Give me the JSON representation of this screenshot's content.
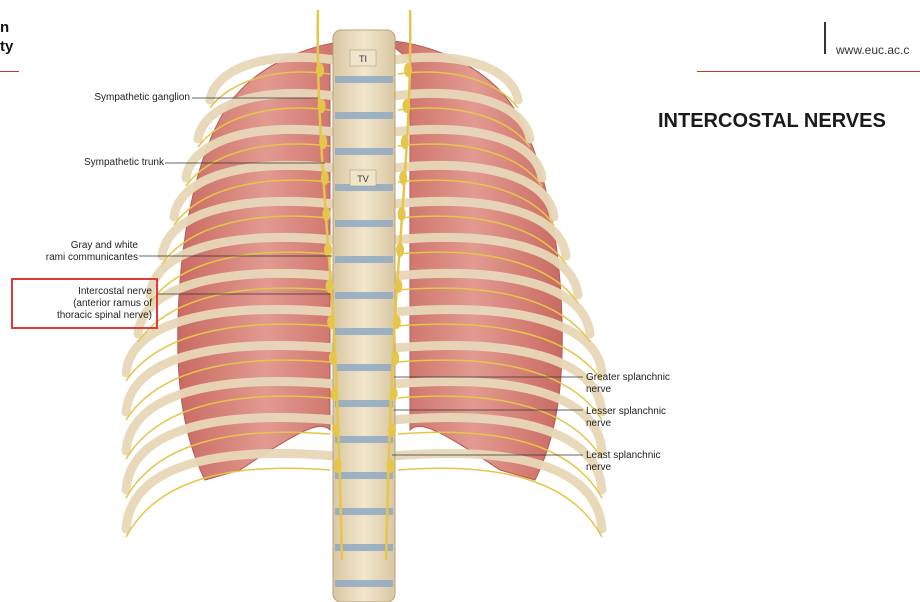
{
  "header": {
    "logo_fragment_line1": "n",
    "logo_fragment_line2": "ty",
    "url": "www.euc.ac.c"
  },
  "slide": {
    "title": "INTERCOSTAL NERVES"
  },
  "figure": {
    "vertebra_labels": [
      "TI",
      "TV"
    ],
    "left_labels": [
      {
        "lines": [
          "Sympathetic ganglion"
        ]
      },
      {
        "lines": [
          "Sympathetic trunk"
        ]
      },
      {
        "lines": [
          "Gray and white",
          "rami communicantes"
        ]
      },
      {
        "lines": [
          "Intercostal nerve",
          "(anterior ramus of",
          "thoracic spinal nerve)"
        ],
        "highlighted": true
      }
    ],
    "right_labels": [
      {
        "lines": [
          "Greater splanchnic",
          "nerve"
        ]
      },
      {
        "lines": [
          "Lesser splanchnic",
          "nerve"
        ]
      },
      {
        "lines": [
          "Least splanchnic",
          "nerve"
        ]
      }
    ]
  },
  "colors": {
    "accent_rule": "#c0392b",
    "highlight_box": "#e03a3a",
    "muscle": "#d9837b",
    "rib": "#e8d7b8",
    "nerve": "#e5c54a"
  }
}
